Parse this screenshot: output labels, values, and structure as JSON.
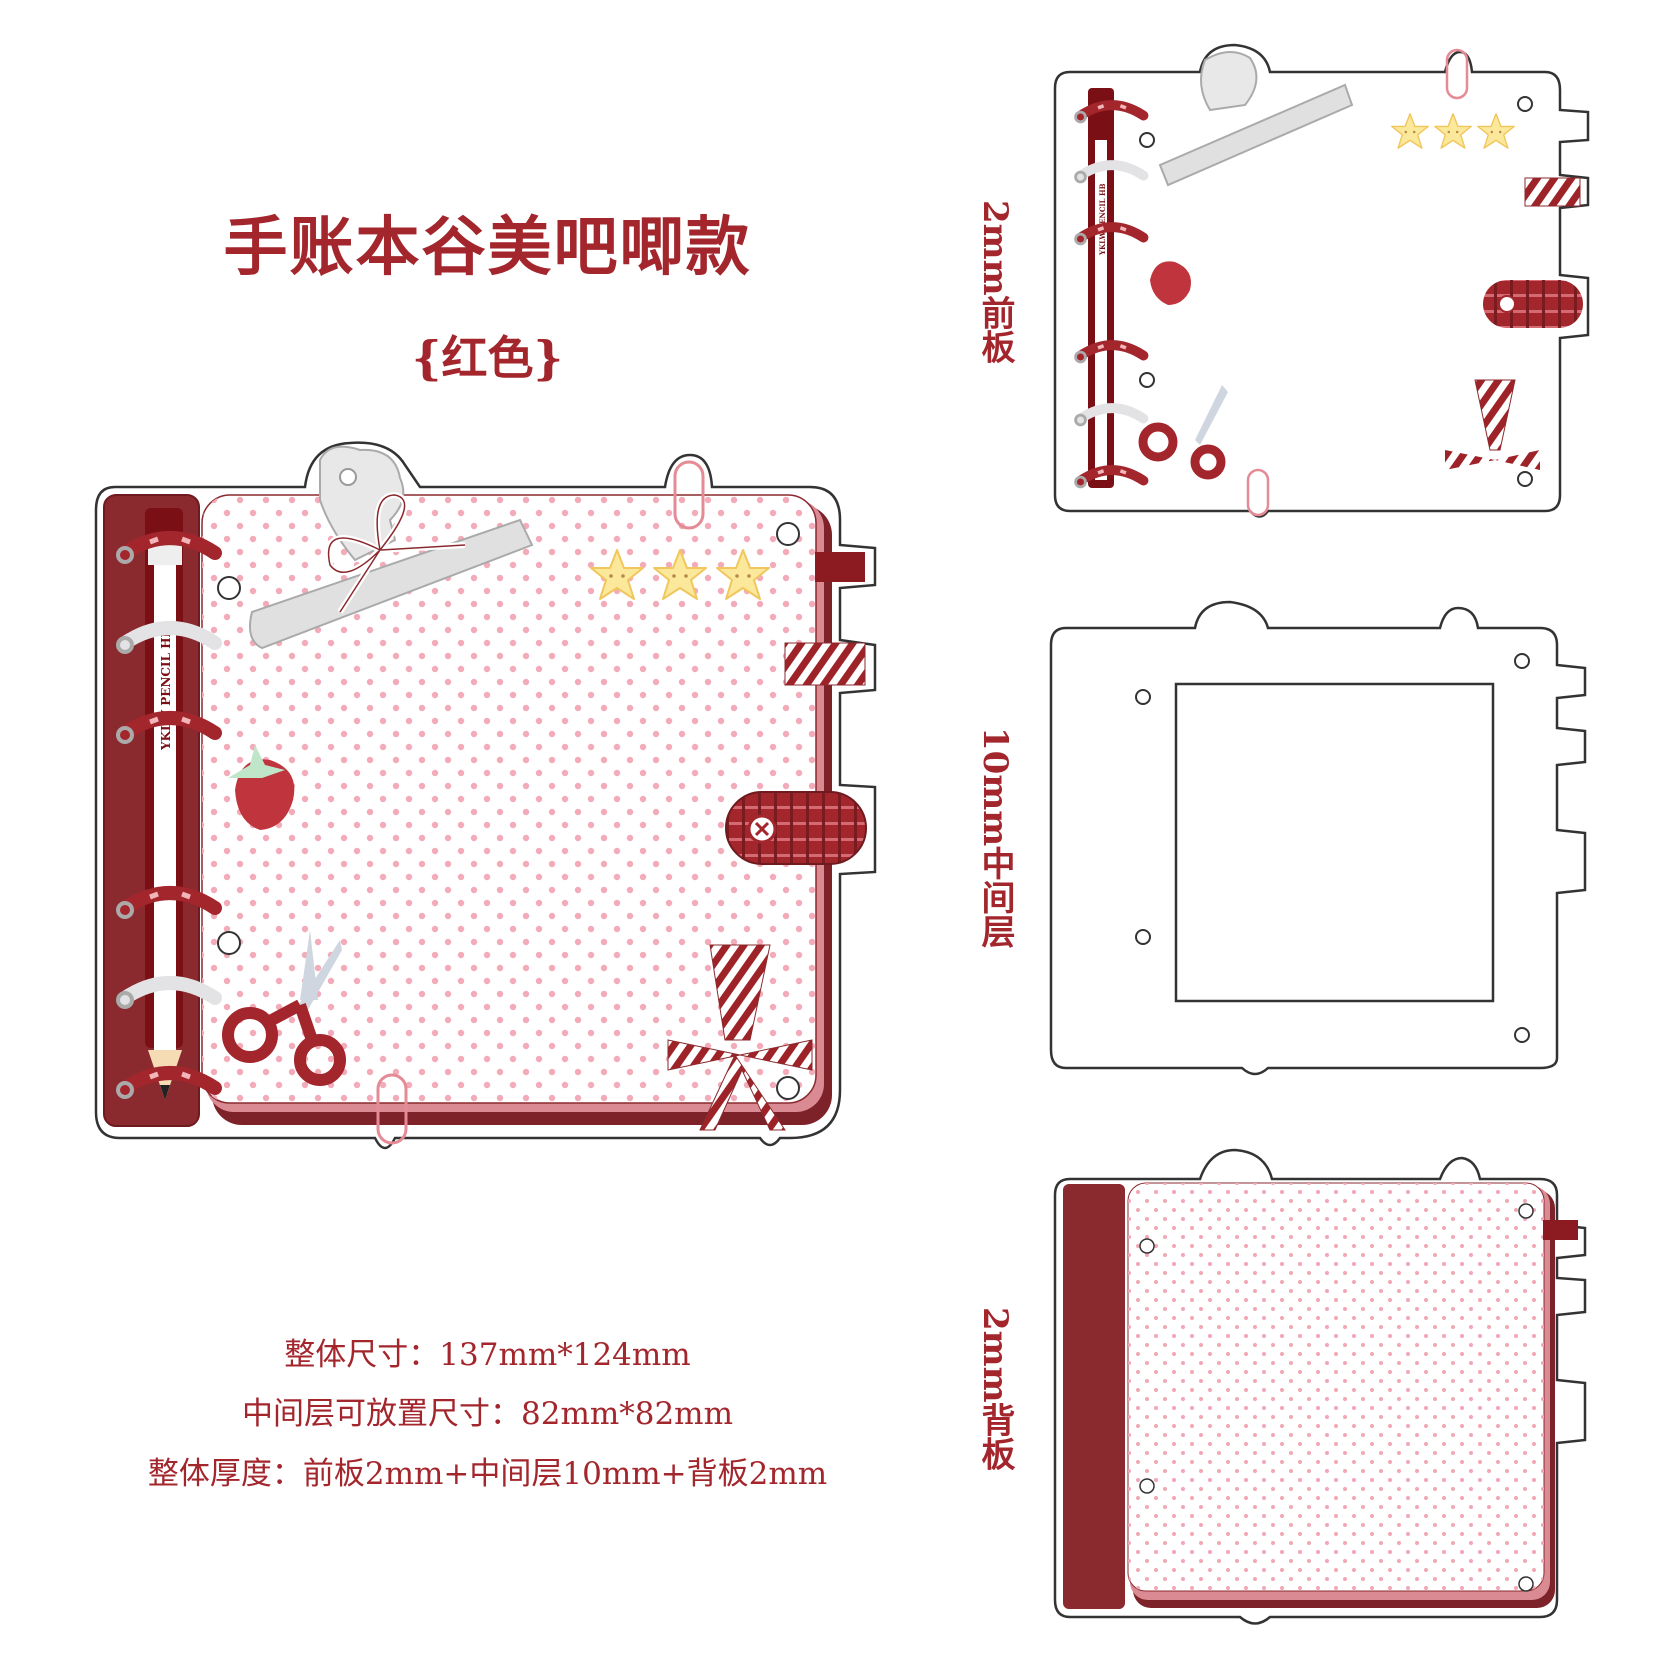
{
  "header": {
    "title": "手账本谷美吧唧款",
    "subtitle": "{红色}"
  },
  "specs": [
    "整体尺寸：137mm*124mm",
    "中间层可放置尺寸：82mm*82mm",
    "整体厚度：前板2mm+中间层10mm+背板2mm"
  ],
  "layers": [
    {
      "label": "2mm前板"
    },
    {
      "label": "10mm中间层"
    },
    {
      "label": "2mm背板"
    }
  ],
  "illustration": {
    "pencil_text": "YKLW PENCIL HB",
    "colors": {
      "accent": "#a3262d",
      "spine": "#8b2a2e",
      "dots": "#f2a7b5",
      "page_edge": "#d98a93",
      "star": "#fbe89a",
      "clip": "#d9d9d9"
    },
    "icons": [
      "binder-clip-icon",
      "bow-icon",
      "star-icon",
      "strawberry-icon",
      "scissors-icon",
      "paperclip-icon",
      "pencil-icon",
      "ribbon-bow-icon",
      "plaid-strap-icon",
      "ring-icon"
    ]
  }
}
